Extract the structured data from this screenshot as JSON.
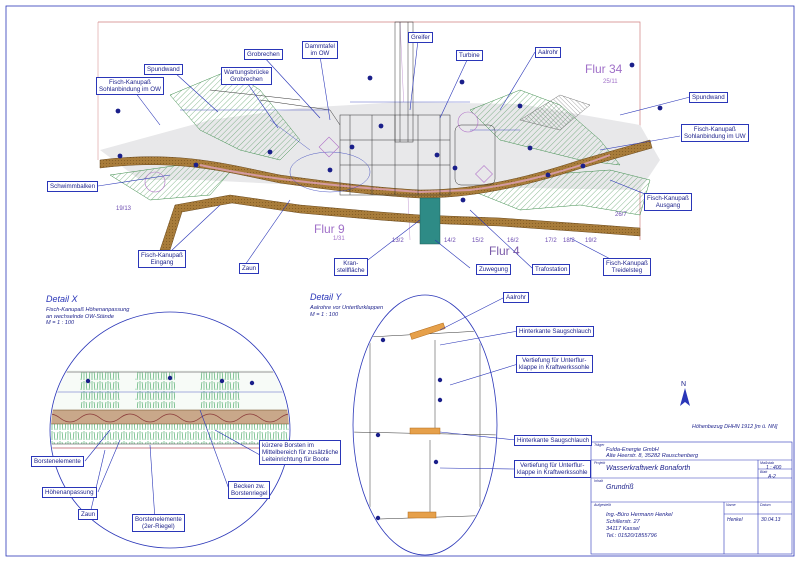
{
  "plan": {
    "flur34": "Flur 34",
    "flur34_sub": "25/11",
    "flur9": "Flur 9",
    "flur9_sub": "1/31",
    "flur4": "Flur 4",
    "parcels": [
      "19/13",
      "13/2",
      "14/2",
      "15/2",
      "16/2",
      "17/2",
      "18/2",
      "19/2",
      "26/7"
    ],
    "labels": {
      "spundwand_left": "Spundwand",
      "fk_ow": "Fisch-Kanupaß\nSohlanbindung im OW",
      "grobrechen": "Grobrechen",
      "wartungsbruecke": "Wartungsbrücke\nGrobrechen",
      "dammtafel": "Dammtafel\nim OW",
      "greifer": "Greifer",
      "turbine": "Turbine",
      "aalrohr_top": "Aalrohr",
      "spundwand_right": "Spundwand",
      "fk_uw": "Fisch-Kanupaß\nSohlanbindung im UW",
      "schwimmbalken": "Schwimmbalken",
      "fk_ausgang": "Fisch-Kanupaß\nAusgang",
      "fk_eingang": "Fisch-Kanupaß\nEingang",
      "zaun_top": "Zaun",
      "kranstellflaeche": "Kran-\nstellfläche",
      "zuwegung": "Zuwegung",
      "trafostation": "Trafostation",
      "fk_treidelsteg": "Fisch-Kanupaß\nTreidelsteg"
    }
  },
  "detail_x": {
    "title": "Detail X",
    "sub": "Fisch-Kanupaß Höhenanpassung\nan wechselnde OW-Stände\nM = 1 : 100",
    "labels": {
      "borstenelemente": "Borstenelemente",
      "hoehenanpassung": "Höhenanpassung",
      "zaun": "Zaun",
      "borstenelemente2": "Borstenelemente\n(2er-Riegel)",
      "becken": "Becken zw.\nBorstenriegel",
      "kuerzere": "kürzere Borsten im\nMittelbereich für zusätzliche\nLeiteinrichtung für Boote"
    }
  },
  "detail_y": {
    "title": "Detail Y",
    "sub": "Aalrohre vor Unterflurklappen\nM = 1 : 100",
    "labels": {
      "aalrohr": "Aalrohr",
      "hinterkante1": "Hinterkante Saugschlauch",
      "vertiefung1": "Vertiefung für Unterflur-\nklappe in Kraftwerkssohle",
      "hinterkante2": "Hinterkante Saugschlauch",
      "vertiefung2": "Vertiefung für Unterflur-\nklappe in Kraftwerkssohle"
    }
  },
  "north": "N",
  "hoehenbezug": "Höhenbezug DHHN 1912 [m ü. NN]",
  "title_block": {
    "client_label": "Träger",
    "client": "Fulda-Energie GmbH\nAlte Heerstr. 8, 35282 Rauschenberg",
    "project_label": "Projekt",
    "project": "Wasserkraftwerk Bonaforth",
    "scale_label": "Maßstab",
    "scale": "1 : 400",
    "sheet_label": "Blatt",
    "sheet": "A-2",
    "content_label": "Inhalt",
    "content": "Grundriß",
    "author_label": "Aufgestellt",
    "author": "Ing.-Büro Hermann Henkel\nSchillerstr. 27\n34117 Kassel\nTel.: 01520/1855796",
    "name_label": "Name",
    "name": "Henkel",
    "date_label": "Datum",
    "date": "30.04.13"
  }
}
